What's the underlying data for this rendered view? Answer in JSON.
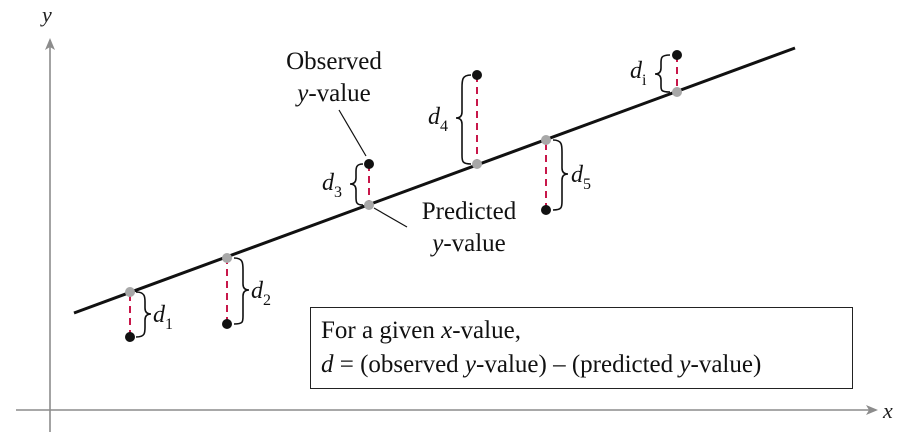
{
  "axes": {
    "x_label": "x",
    "y_label": "y"
  },
  "observed_label": {
    "line1": "Observed",
    "line2_var": "y",
    "line2_rest": "-value"
  },
  "predicted_label": {
    "line1": "Predicted",
    "line2_var": "y",
    "line2_rest": "-value"
  },
  "distances": [
    {
      "letter": "d",
      "sub": "1"
    },
    {
      "letter": "d",
      "sub": "2"
    },
    {
      "letter": "d",
      "sub": "3"
    },
    {
      "letter": "d",
      "sub": "4"
    },
    {
      "letter": "d",
      "sub": "5"
    },
    {
      "letter": "d",
      "sub": "i"
    }
  ],
  "formula": {
    "line1_pre": "For a given ",
    "line1_var": "x",
    "line1_post": "-value,",
    "line2_var": "d",
    "line2_a": " = (observed ",
    "line2_b": "y",
    "line2_c": "-value) – (predicted ",
    "line2_d": "y",
    "line2_e": "-value)"
  },
  "colors": {
    "line": "#111111",
    "observed_point": "#111111",
    "predicted_point": "#a8a8a8",
    "residual": "#c8174a",
    "axis": "#8c8c8c"
  }
}
